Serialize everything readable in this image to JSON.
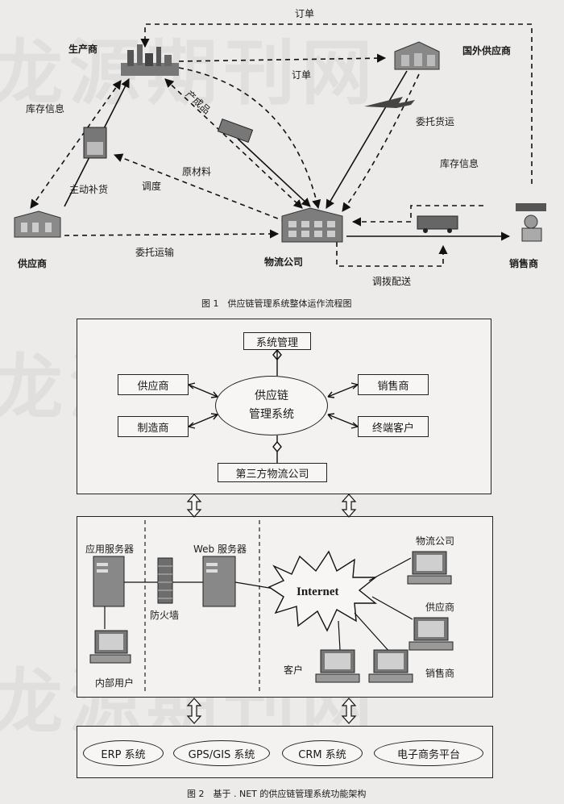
{
  "figure1": {
    "caption": "图 1　供应链管理系统整体运作流程图",
    "nodes": {
      "manufacturer": "生产商",
      "foreign_supplier": "国外供应商",
      "supplier": "供应商",
      "logistics": "物流公司",
      "retailer": "销售商"
    },
    "edges": {
      "order_top": "订单",
      "order_mid": "订单",
      "inventory_left": "库存信息",
      "inventory_right": "库存信息",
      "finished_goods": "产成品",
      "entrust_shipping": "委托货运",
      "raw_material": "原材料",
      "dispatch": "调度",
      "auto_replenish": "主动补货",
      "entrust_transport": "委托运输",
      "transfer_delivery": "调拨配送"
    }
  },
  "figure2": {
    "caption": "图 2　基于 . NET 的供应链管理系统功能架构",
    "top": {
      "system_mgmt": "系统管理",
      "supplier": "供应商",
      "retailer": "销售商",
      "manufacturer": "制造商",
      "end_customer": "终端客户",
      "third_party": "第三方物流公司",
      "center_line1": "供应链",
      "center_line2": "管理系统"
    },
    "middle": {
      "app_server": "应用服务器",
      "web_server": "Web 服务器",
      "firewall": "防火墙",
      "internal_user": "内部用户",
      "internet": "Internet",
      "customer": "客户",
      "logistics": "物流公司",
      "supplier": "供应商",
      "retailer": "销售商"
    },
    "bottom": {
      "erp": "ERP 系统",
      "gps": "GPS/GIS 系统",
      "crm": "CRM 系统",
      "ecommerce": "电子商务平台"
    }
  }
}
